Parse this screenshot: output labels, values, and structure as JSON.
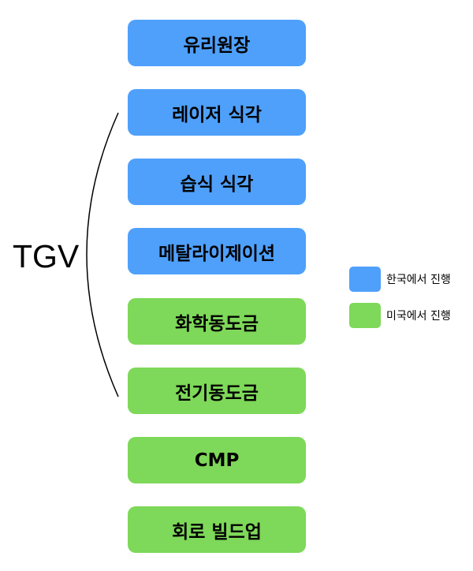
{
  "colors": {
    "korea": "#4fa0fb",
    "usa": "#7ed859"
  },
  "steps": [
    {
      "label": "유리원장",
      "group": "korea"
    },
    {
      "label": "레이저 식각",
      "group": "korea"
    },
    {
      "label": "습식 식각",
      "group": "korea"
    },
    {
      "label": "메탈라이제이션",
      "group": "korea"
    },
    {
      "label": "화학동도금",
      "group": "usa"
    },
    {
      "label": "전기동도금",
      "group": "usa"
    },
    {
      "label": "CMP",
      "group": "usa"
    },
    {
      "label": "회로 빌드업",
      "group": "usa"
    }
  ],
  "bracket": {
    "label": "TGV",
    "from_step": 2,
    "to_step": 6
  },
  "legend": [
    {
      "label": "한국에서 진행",
      "group": "korea"
    },
    {
      "label": "미국에서 진행",
      "group": "usa"
    }
  ]
}
